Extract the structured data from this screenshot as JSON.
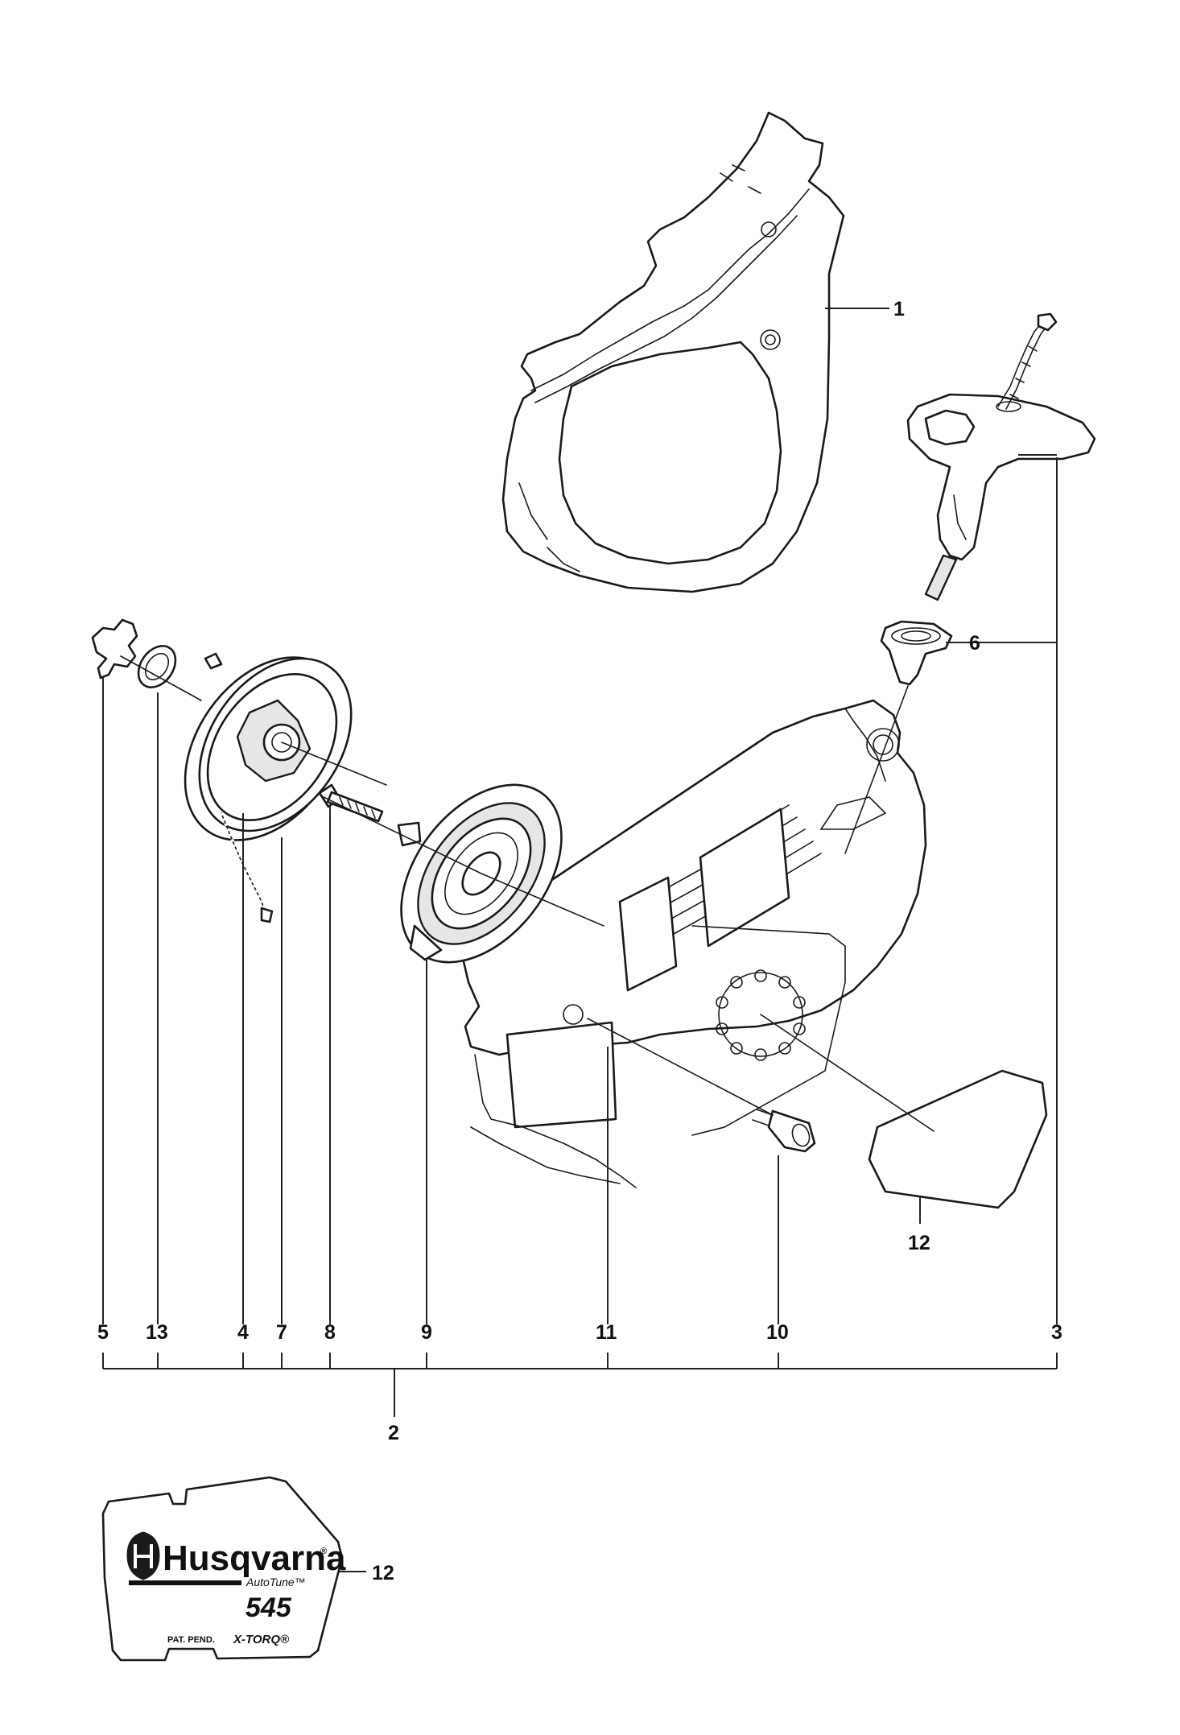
{
  "callouts": {
    "c1": "1",
    "c2": "2",
    "c3": "3",
    "c4": "4",
    "c5": "5",
    "c6": "6",
    "c7": "7",
    "c8": "8",
    "c9": "9",
    "c10": "10",
    "c11": "11",
    "c12_upper": "12",
    "c12_decal": "12",
    "c13": "13"
  },
  "decal": {
    "brand": "Husqvarna",
    "trademark": "®",
    "subtitle": "AutoTune™",
    "model": "545",
    "patent": "PAT. PEND.",
    "xtorq": "X-TORQ®"
  },
  "colors": {
    "line": "#1a1a1a",
    "background": "#ffffff",
    "fill_shade": "#e6e6e6"
  }
}
